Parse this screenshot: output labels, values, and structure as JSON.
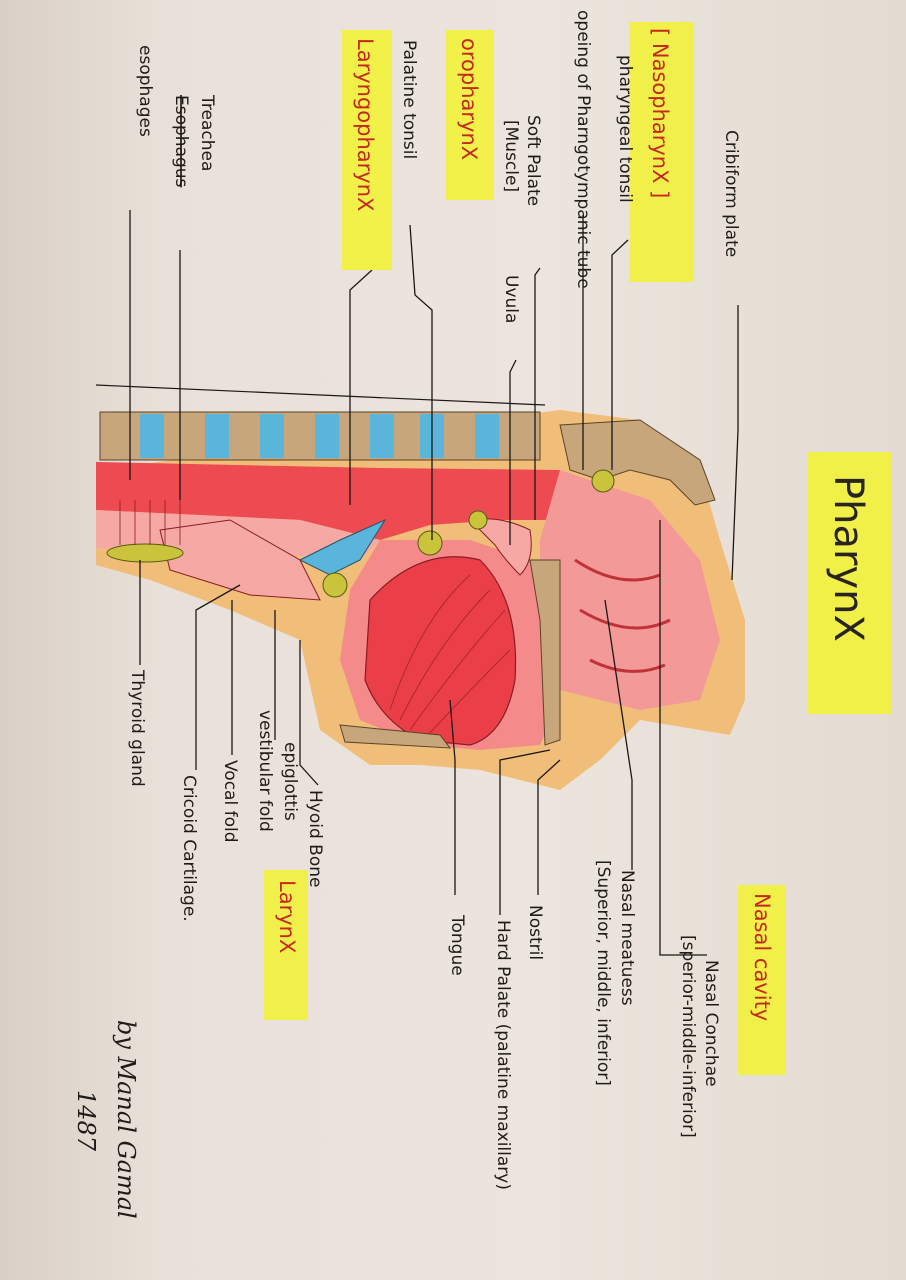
{
  "title": "PharynX",
  "sections": {
    "nasopharynx": "[ NasopharynX ]",
    "oropharynx": "oropharynX",
    "laryngopharynx": "LaryngopharynX",
    "nasal_cavity": "Nasal cavity",
    "larynx": "LarynX"
  },
  "labels": {
    "cribriform_plate": "Cribiform plate",
    "opening_tube": "opeing of Pharngotympanic tube",
    "pharyngeal_tonsil": "pharyngeal tonsil",
    "soft_palate": "Soft Palate",
    "soft_palate_note": "[Muscle]",
    "uvula": "Uvula",
    "palatine_tonsil": "Palatine tonsil",
    "trachea": "Treachea",
    "esophagus_struck": "Esophagus",
    "esophagus": "esophages",
    "nasal_conchae": "Nasal Conchae",
    "nasal_conchae_note": "[sperior-middle-inferior]",
    "nasal_meatuses": "Nasal meatuess",
    "nasal_meatuses_note": "[Superior, middle, inferior]",
    "nostril": "Nostril",
    "hard_palate": "Hard Palate (palatine maxillary)",
    "tongue": "Tongue",
    "hyoid_bone": "Hyoid Bone",
    "epiglottis": "epiglottis",
    "vestibular_fold": "vestibular fold",
    "vocal_fold": "Vocal fold",
    "cricoid_cartilage": "Cricoid Cartilage.",
    "thyroid_gland": "Thyroid gland"
  },
  "signature": {
    "author": "by Manal Gamal",
    "number": "1487"
  },
  "colors": {
    "highlighter": "#f2f23a",
    "highlight_text": "#c4281e",
    "muscle": "#ee4a52",
    "mucosa": "#f6a8a4",
    "bone": "#c7a67c",
    "disc": "#5bb4d9",
    "fat": "#f2b768",
    "tonsil": "#c9c43c",
    "ink": "#1e1b18"
  }
}
